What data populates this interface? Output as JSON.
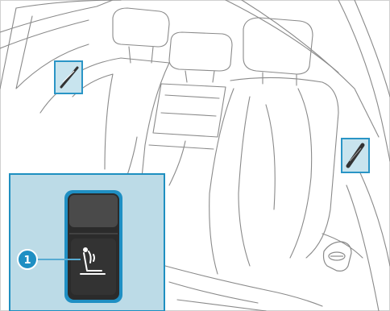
{
  "figure": {
    "subject": "rear-seat-illustration",
    "callouts": [
      {
        "number": "1",
        "target": "seat-adjust-switch"
      }
    ],
    "icons": [
      {
        "name": "seat-backrest-release-icon"
      },
      {
        "name": "seat-belt-guide-left-icon"
      },
      {
        "name": "seat-belt-guide-right-icon"
      },
      {
        "name": "door-striker-icon"
      }
    ],
    "colors": {
      "line": "#8a8a8a",
      "inset_fill": "#bcdbe7",
      "inset_border": "#1e8fc0",
      "highlight_box": "#2a95c6",
      "switch_dark": "#2b2b2b",
      "callout_fill": "#1f8fc3"
    }
  }
}
